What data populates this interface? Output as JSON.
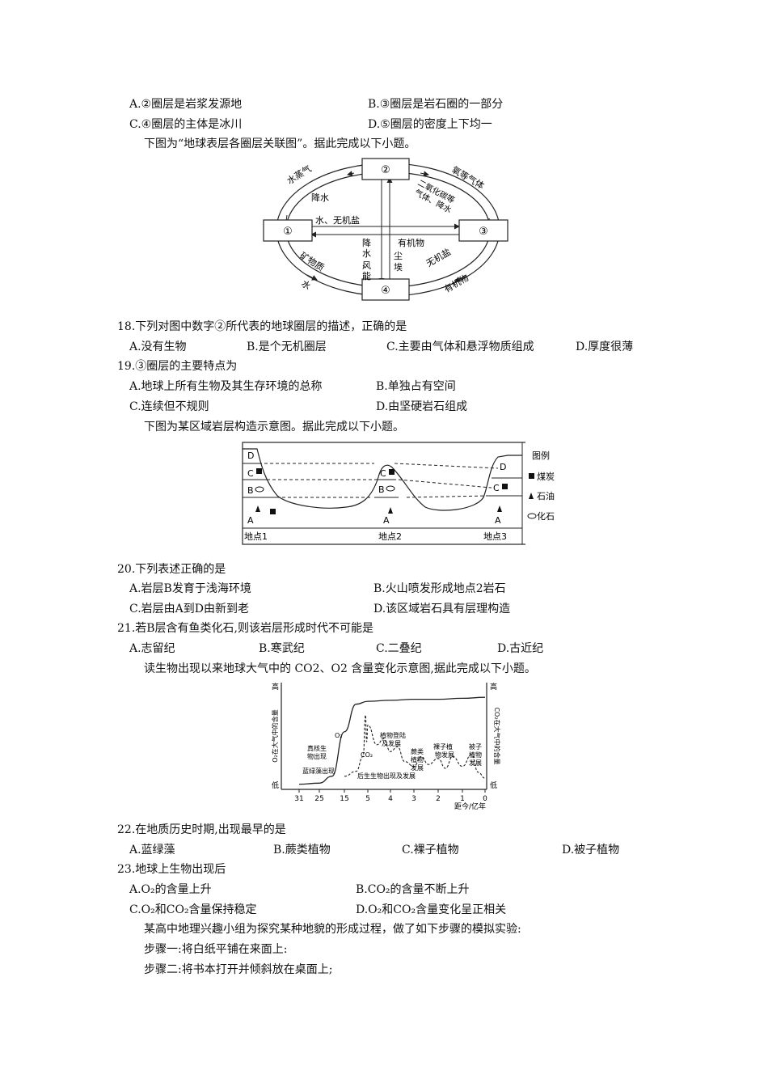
{
  "q17": {
    "a": "A.②圈层是岩浆发源地",
    "b": "B.③圈层是岩石圈的一部分",
    "c": "C.④圈层的主体是冰川",
    "d": "D.⑤圈层的密度上下均一"
  },
  "intro1": "下图为“地球表层各圈层关联图”。据此完成以下小题。",
  "fig1": {
    "box1": "①",
    "box2": "②",
    "box3": "③",
    "box4": "④",
    "water_vapor": "水蒸气",
    "oxygen": "氧等气体",
    "precip": "降水",
    "co2_line1": "二氧化碳等",
    "co2_line2": "气体、降水",
    "water_salt": "水、无机盐",
    "organic_mid": "有机物",
    "precip_wind": "降水、风能",
    "dust": "尘埃",
    "minerals": "矿物质",
    "inorganic_salt": "无机盐",
    "water_bottom": "水",
    "organic_bottom": "有机物"
  },
  "q18": {
    "stem": "18.下列对图中数字②所代表的地球圈层的描述，正确的是",
    "a": "A.没有生物",
    "b": "B.是个无机圈层",
    "c": "C.主要由气体和悬浮物质组成",
    "d": "D.厚度很薄"
  },
  "q19": {
    "stem": "19.③圈层的主要特点为",
    "a": "A.地球上所有生物及其生存环境的总称",
    "b": "B.单独占有空间",
    "c": "C.连续但不规则",
    "d": "D.由坚硬岩石组成"
  },
  "intro2": "下图为某区域岩层构造示意图。据此完成以下小题。",
  "fig2": {
    "legend_title": "图例",
    "legend_coal": "煤炭",
    "legend_oil": "石油",
    "legend_fossil": "化石",
    "site1": "地点1",
    "site2": "地点2",
    "site3": "地点3",
    "layer_a": "A",
    "layer_b": "B",
    "layer_c": "C",
    "layer_d": "D"
  },
  "q20": {
    "stem": "20.下列表述正确的是",
    "a": "A.岩层B发育于浅海环境",
    "b": "B.火山喷发形成地点2岩石",
    "c": "C.岩层由A到D由新到老",
    "d": "D.该区域岩石具有层理构造"
  },
  "q21": {
    "stem": "21.若B层含有鱼类化石,则该岩层形成时代不可能是",
    "a": "A.志留纪",
    "b": "B.寒武纪",
    "c": "C.二叠纪",
    "d": "D.古近纪"
  },
  "intro3": "读生物出现以来地球大气中的 CO2、O2 含量变化示意图,据此完成以下小题。",
  "chart_data": {
    "type": "line",
    "title": "",
    "xlabel": "距今/亿年",
    "ylabel_left": "O₂在大气中的含量",
    "ylabel_right": "CO₂在大气中的含量",
    "y_high": "高",
    "y_low": "低",
    "x_ticks": [
      "31",
      "25",
      "15",
      "5",
      "4",
      "3",
      "2",
      "1",
      "0"
    ],
    "series": [
      {
        "name": "O₂",
        "style": "solid",
        "x": [
          31,
          25,
          20,
          15,
          10,
          5,
          4,
          3,
          2,
          1,
          0
        ],
        "y": [
          0.02,
          0.03,
          0.1,
          0.55,
          0.83,
          0.86,
          0.87,
          0.88,
          0.88,
          0.89,
          0.9
        ]
      },
      {
        "name": "CO₂",
        "style": "dashed",
        "x": [
          15,
          10,
          7,
          6,
          5.5,
          5,
          4.6,
          4.3,
          4,
          3.7,
          3.4,
          3,
          2.7,
          2.4,
          2,
          1.7,
          1.4,
          1,
          0.6,
          0.3,
          0
        ],
        "y": [
          0.1,
          0.15,
          0.3,
          0.72,
          0.45,
          0.62,
          0.42,
          0.48,
          0.35,
          0.4,
          0.25,
          0.2,
          0.3,
          0.22,
          0.28,
          0.18,
          0.3,
          0.2,
          0.32,
          0.14,
          0.08
        ]
      }
    ],
    "annotations": {
      "blue_algae": "蓝绿藻出现",
      "eukaryote": "真核生物出现",
      "later_life": "后生生物出现及发展",
      "plants_land": "植物登陆及发展",
      "fern": "蕨类植物发展",
      "gymno": "裸子植物发展",
      "angio": "被子植物发展",
      "o2_label": "O₂",
      "co2_label": "CO₂"
    }
  },
  "q22": {
    "stem": "22.在地质历史时期,出现最早的是",
    "a": "A.蓝绿藻",
    "b": "B.蕨类植物",
    "c": "C.裸子植物",
    "d": "D.被子植物"
  },
  "q23": {
    "stem": "23.地球上生物出现后",
    "a": "A.O₂的含量上升",
    "b": "B.CO₂的含量不断上升",
    "c": "C.O₂和CO₂含量保持稳定",
    "d": "D.O₂和CO₂含量变化呈正相关"
  },
  "experiment": {
    "intro": "某高中地理兴趣小组为探究某种地貌的形成过程，做了如下步骤的模拟实验:",
    "step1": "步骤一:将白纸平铺在来面上:",
    "step2": "步骤二:将书本打开并倾斜放在桌面上;"
  }
}
